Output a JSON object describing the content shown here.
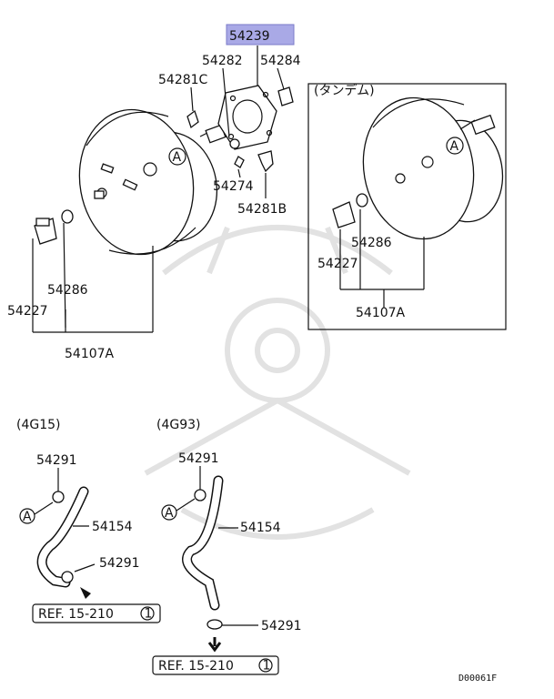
{
  "diagram": {
    "highlight_part": "54239",
    "highlight_color": "#a9a9e6",
    "labels": {
      "p54239": "54239",
      "p54282": "54282",
      "p54284": "54284",
      "p54281c": "54281C",
      "p54274": "54274",
      "p54281b": "54281B",
      "left_54286": "54286",
      "left_54227": "54227",
      "left_54107a": "54107A",
      "tandem_title": "(タンデム)",
      "right_54286": "54286",
      "right_54227": "54227",
      "right_54107a": "54107A",
      "engine_a": "(4G15)",
      "engine_b": "(4G93)",
      "a_54291_top": "54291",
      "a_54154": "54154",
      "a_54291_bottom": "54291",
      "b_54291_top": "54291",
      "b_54154": "54154",
      "b_54291_bottom": "54291",
      "ref_a": "REF. 15-210",
      "ref_b": "REF. 15-210",
      "ref_circle": "1",
      "marker_a": "A",
      "doc_code": "D00061F"
    }
  }
}
